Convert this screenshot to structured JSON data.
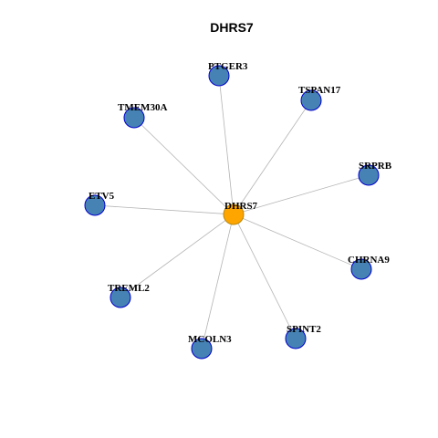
{
  "graph": {
    "title": "DHRS7",
    "center": {
      "label": "DHRS7",
      "color": "#FFA500",
      "stroke": "#B8860B"
    },
    "neighbor_style": {
      "color": "#4682B4",
      "stroke": "#0000CD"
    },
    "edge_color": "#B4B4B4",
    "neighbors": [
      {
        "label": "PTGER3"
      },
      {
        "label": "TSPAN17"
      },
      {
        "label": "SRPRB"
      },
      {
        "label": "CHRNA9"
      },
      {
        "label": "SPINT2"
      },
      {
        "label": "MCOLN3"
      },
      {
        "label": "TREML2"
      },
      {
        "label": "ETV5"
      },
      {
        "label": "TMEM30A"
      }
    ]
  }
}
